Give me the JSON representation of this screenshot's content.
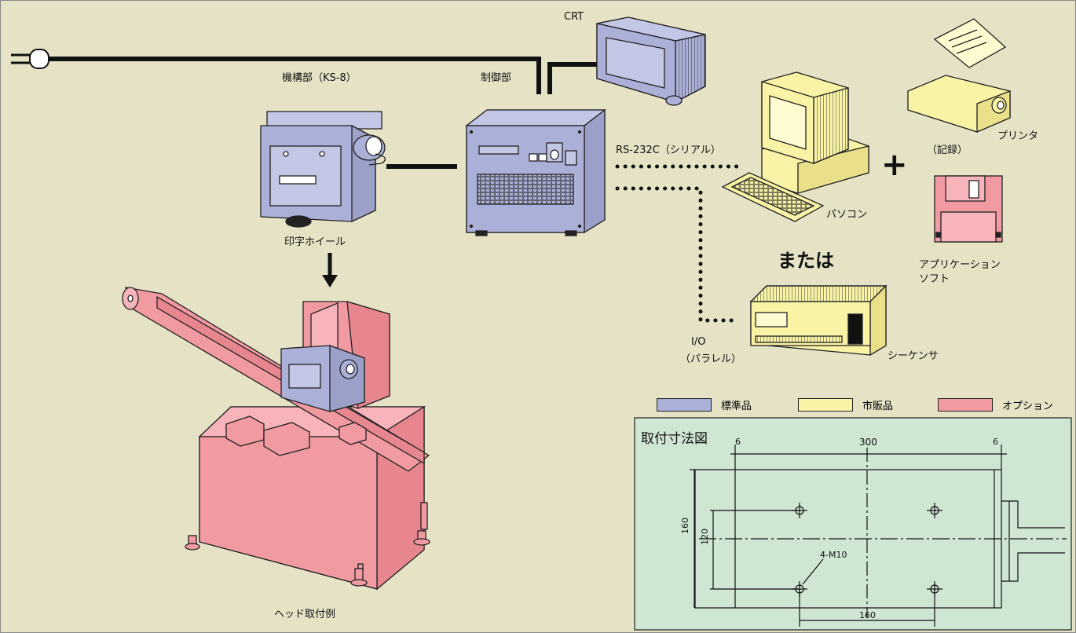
{
  "colors": {
    "background": "#e6e2c5",
    "standard": "#aab0d8",
    "commercial": "#f9f3a6",
    "option": "#f29aa2",
    "drawing_panel": "#cfe6d3",
    "line": "#111111"
  },
  "labels": {
    "mechanism": "機構部（KS-8）",
    "controller": "制御部",
    "crt": "CRT",
    "print_wheel": "印字ホイール",
    "head_mount_example": "ヘッド取付例",
    "rs232c": "RS-232C（シリアル）",
    "pc": "パソコン",
    "or": "または",
    "printer": "プリンタ",
    "record": "（記録）",
    "application_software_line1": "アプリケーション",
    "application_software_line2": "ソフト",
    "io": "I/O",
    "parallel": "（パラレル）",
    "sequencer": "シーケンサ",
    "plus": "+"
  },
  "legend": [
    {
      "label": "標準品",
      "color": "#aab0d8"
    },
    {
      "label": "市販品",
      "color": "#f9f3a6"
    },
    {
      "label": "オプション",
      "color": "#f29aa2"
    }
  ],
  "drawing": {
    "title": "取付寸法図",
    "dim_left": "6",
    "dim_top": "300",
    "dim_right": "6",
    "dim_height_outer": "160",
    "dim_height_inner": "120",
    "dim_bottom": "160",
    "hole_label": "4-M10"
  }
}
